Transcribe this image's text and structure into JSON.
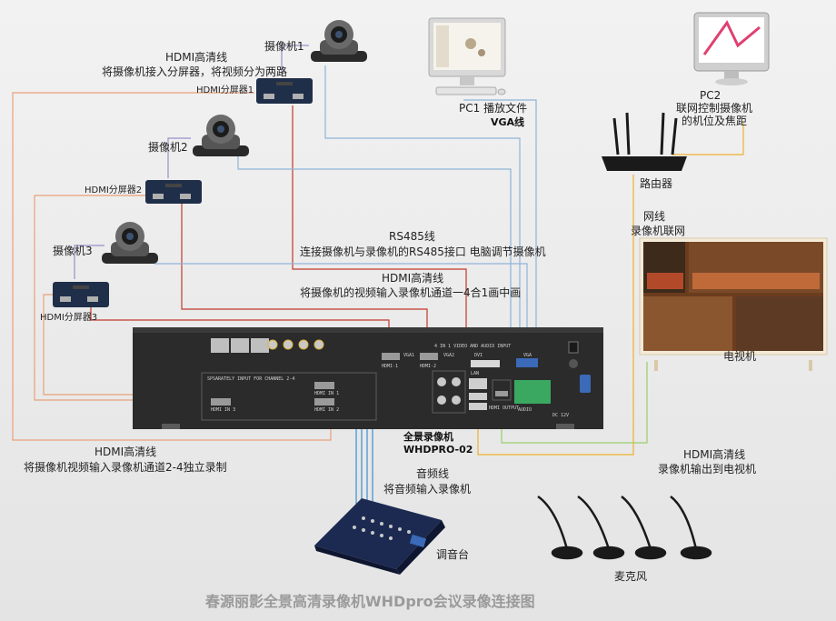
{
  "colors": {
    "hdmi_red": "#c0392b",
    "hdmi_orange": "#e8a07a",
    "vga_blue": "#8fb4d8",
    "rs485_purple": "#9a8fc7",
    "lan_yellow": "#f0b030",
    "tv_green": "#9acd6a",
    "audio_blue": "#3a8fd0"
  },
  "cameras": [
    {
      "label": "摄像机1",
      "icon": "ptz-camera-icon"
    },
    {
      "label": "摄像机2",
      "icon": "ptz-camera-icon"
    },
    {
      "label": "摄像机3",
      "icon": "ptz-camera-icon"
    }
  ],
  "splitters": [
    {
      "label": "HDMI分屏器1",
      "icon": "hdmi-splitter-icon"
    },
    {
      "label": "HDMI分屏器2",
      "icon": "hdmi-splitter-icon"
    },
    {
      "label": "HDMI分屏器3",
      "icon": "hdmi-splitter-icon"
    }
  ],
  "annotations": {
    "hdmi_top_line1": "HDMI高清线",
    "hdmi_top_line2": "将摄像机接入分屏器，将视频分为两路",
    "rs485_line1": "RS485线",
    "rs485_line2": "连接摄像机与录像机的RS485接口 电脑调节摄像机",
    "hdmi_mid_line1": "HDMI高清线",
    "hdmi_mid_line2": "将摄像机的视频输入录像机通道一4合1画中画",
    "hdmi_bottom_line1": "HDMI高清线",
    "hdmi_bottom_line2": "将摄像机视频输入录像机通道2-4独立录制",
    "audio_line1": "音频线",
    "audio_line2": "将音频输入录像机",
    "network_line1": "网线",
    "network_line2": "录像机联网",
    "hdmi_tv_line1": "HDMI高清线",
    "hdmi_tv_line2": "录像机输出到电视机"
  },
  "pc1": {
    "label": "PC1 播放文件",
    "cable": "VGA线",
    "icon": "desktop-computer-icon"
  },
  "pc2": {
    "label": "PC2",
    "desc_line1": "联网控制摄像机",
    "desc_line2": "的机位及焦距",
    "icon": "desktop-computer-icon"
  },
  "router": {
    "label": "路由器",
    "icon": "wifi-router-icon"
  },
  "tv": {
    "label": "电视机",
    "icon": "television-icon"
  },
  "mixer": {
    "label": "调音台",
    "icon": "audio-mixer-icon"
  },
  "microphones": {
    "label": "麦克风",
    "icon": "gooseneck-microphone-icon"
  },
  "recorder": {
    "name": "全景录像机",
    "model": "WHDPRO-02",
    "panel_text_top": "4 IN 1 VIDEO AND AUDIO INPUT",
    "panel_text_section": "SPSARATELY INPUT FOR CHANNEL 2-4",
    "ports": [
      "HDMI IN 1",
      "HDMI IN 2",
      "HDMI IN 3",
      "HDMI-1",
      "HDMI-2",
      "VGA1",
      "VGA2",
      "LAN",
      "DVI",
      "VGA",
      "HDMI OUTPUT",
      "AUDIO",
      "DC 12V"
    ]
  },
  "footer_title": "春源丽影全景高清录像机WHDpro会议录像连接图"
}
